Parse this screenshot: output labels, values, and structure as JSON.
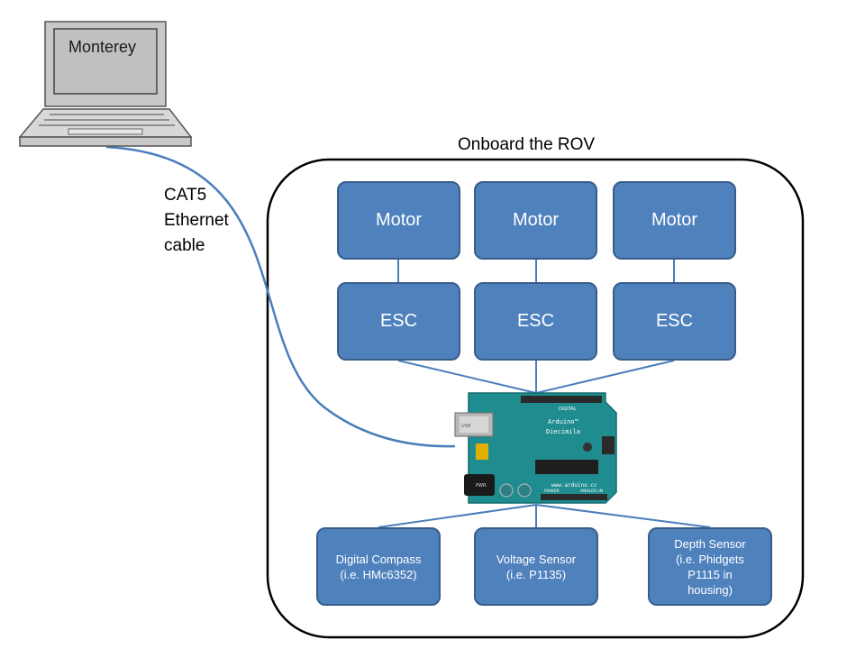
{
  "laptop": {
    "label": "Monterey"
  },
  "cable": {
    "line1": "CAT5",
    "line2": "Ethernet",
    "line3": "cable"
  },
  "rov": {
    "title": "Onboard the ROV"
  },
  "motors": [
    "Motor",
    "Motor",
    "Motor"
  ],
  "escs": [
    "ESC",
    "ESC",
    "ESC"
  ],
  "board": {
    "name_line1": "Arduino™",
    "name_line2": "Diecimila",
    "url": "www.arduino.cc",
    "usb": "USB",
    "pwr": "PWR",
    "digital": "DIGITAL",
    "analog": "ANALOG IN",
    "power": "POWER"
  },
  "sensors": {
    "compass": {
      "line1": "Digital Compass",
      "line2": "(i.e. HMc6352)"
    },
    "voltage": {
      "line1": "Voltage Sensor",
      "line2": "(i.e. P1135)"
    },
    "depth": {
      "line1": "Depth Sensor",
      "line2": "(i.e. Phidgets",
      "line3": "P1115 in",
      "line4": "housing)"
    }
  },
  "colors": {
    "box_fill": "#4f81bd",
    "box_border": "#385d8a",
    "board": "#1f8c8f",
    "cable": "#4a7ebb"
  }
}
